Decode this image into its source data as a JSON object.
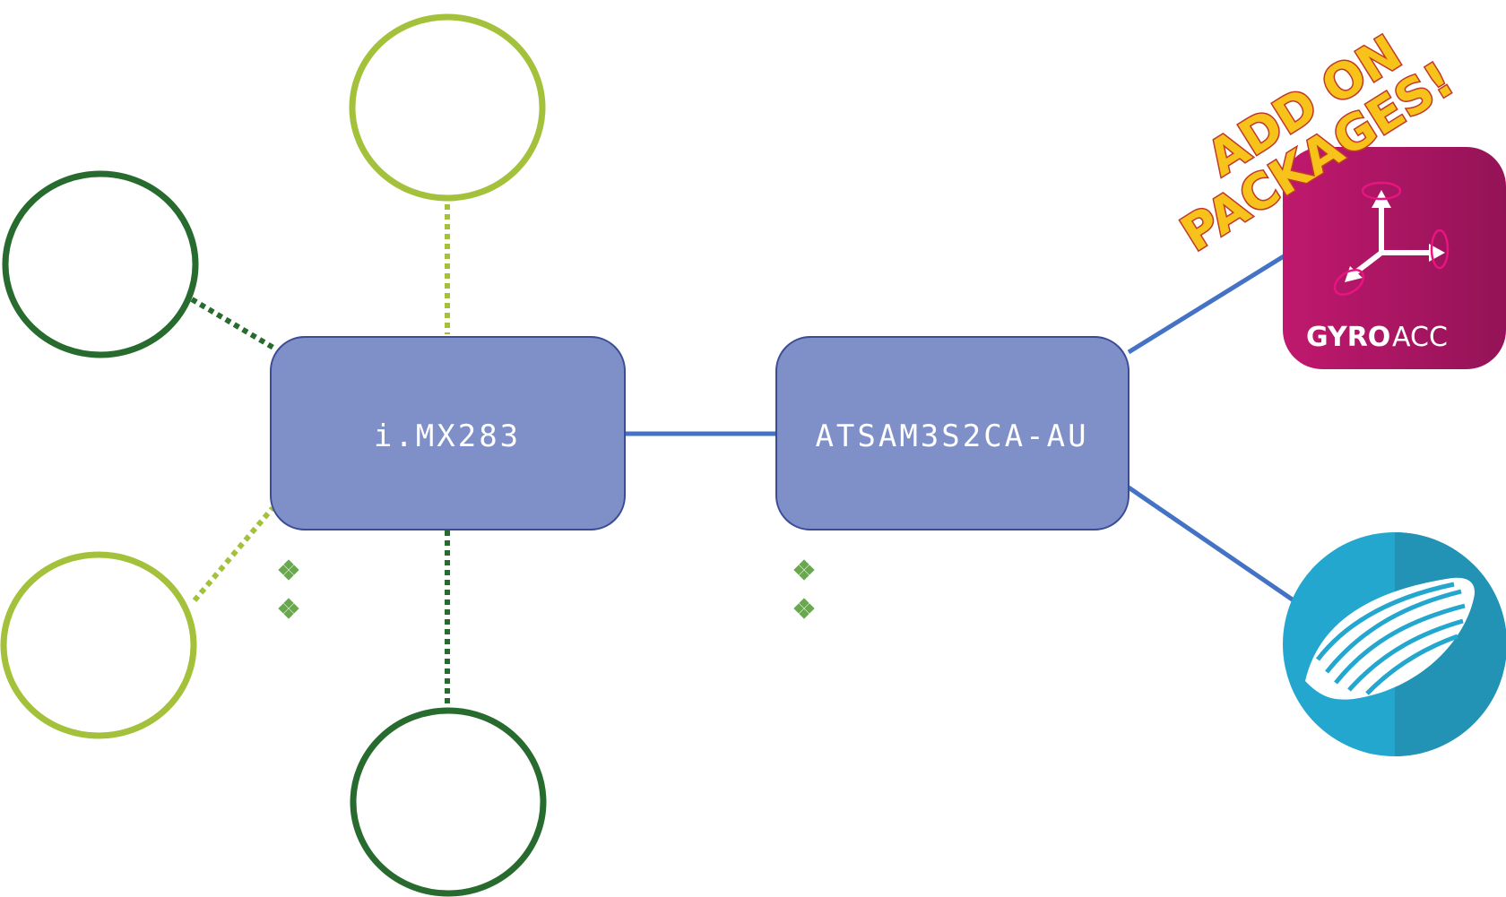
{
  "chips": {
    "imx": {
      "label": "i.MX283"
    },
    "atsam": {
      "label": "ATSAM3S2CA-AU"
    }
  },
  "badge": {
    "line1": "ADD ON",
    "line2": "PACKAGES!"
  },
  "gyroacc": {
    "bold": "GYRO",
    "light": "ACC",
    "icon": "gyroscope-axes-icon"
  },
  "muscle": {
    "icon": "muscle-fiber-icon"
  },
  "colors": {
    "chip_fill": "#7f8fc7",
    "chip_stroke": "#3b4c96",
    "link_blue": "#4472c4",
    "dark_green": "#276b2e",
    "light_green": "#a3c13a",
    "gyro_magenta": "#b5166e",
    "muscle_blue": "#23a7cf"
  }
}
